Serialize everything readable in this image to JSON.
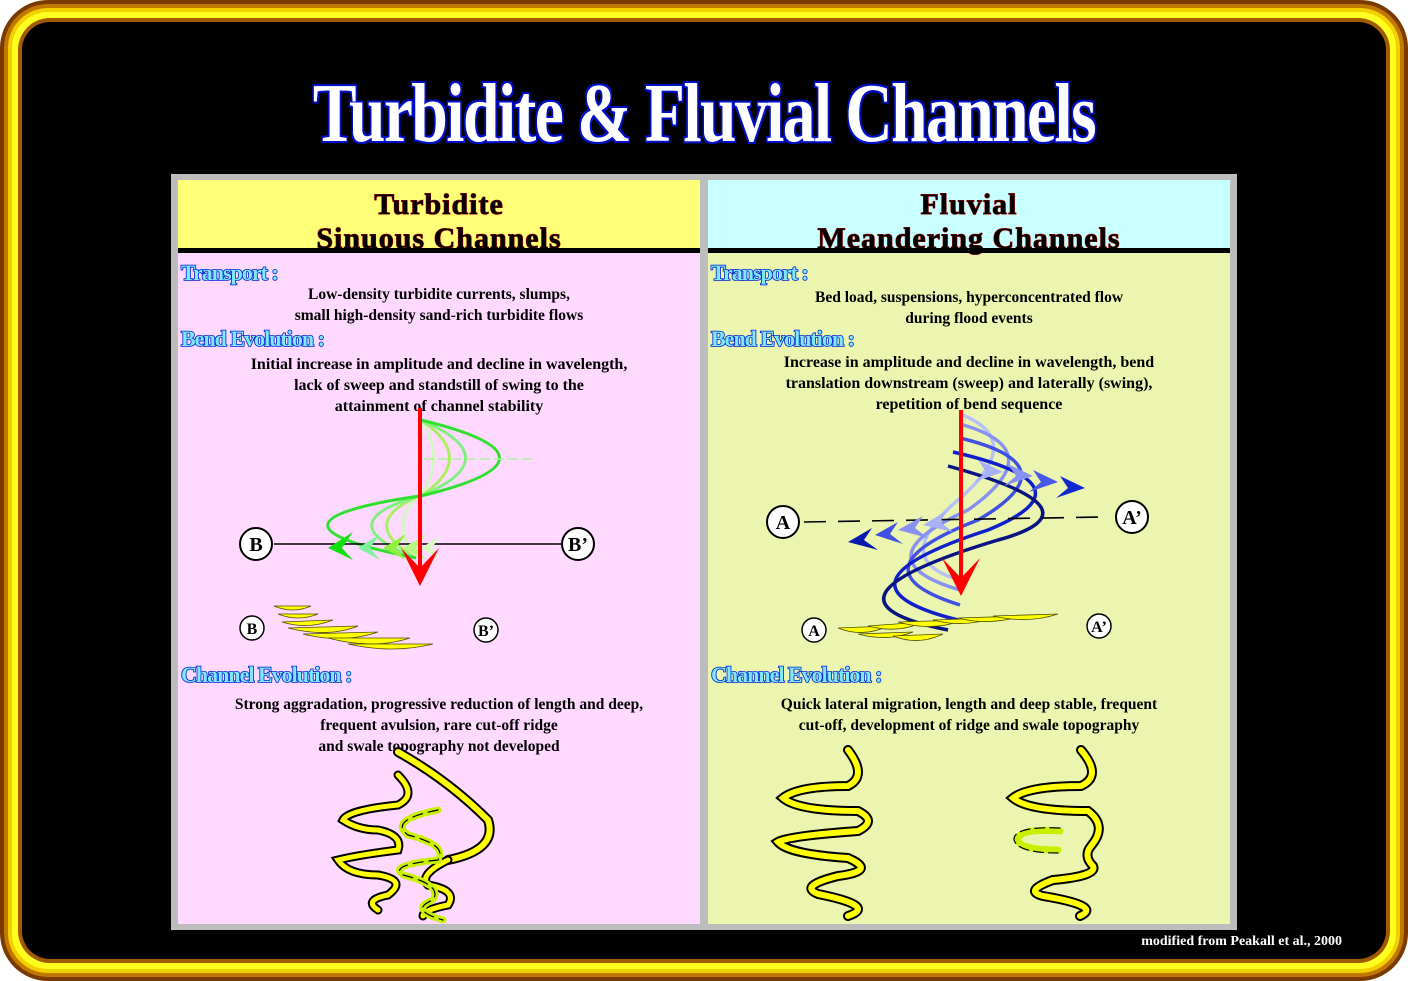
{
  "title": "Turbidite & Fluvial Channels",
  "credit": "modified from Peakall et al., 2000",
  "colors": {
    "left_header_bg": "#ffff78",
    "left_body_bg": "#ffd9ff",
    "right_header_bg": "#c8ffff",
    "right_body_bg": "#ecf5b0",
    "flow_arrow": "#ff0000",
    "channel_fill": "#ffff00",
    "section_label": "#7fe8ff"
  },
  "left": {
    "heading_line1": "Turbidite",
    "heading_line2": "Sinuous Channels",
    "transport_label": "Transport :",
    "transport_text": [
      "Low-density turbidite currents, slumps,",
      "small high-density sand-rich turbidite flows"
    ],
    "bend_label": "Bend Evolution :",
    "bend_text": [
      "Initial increase in amplitude and decline in wavelength,",
      "lack of sweep and standstill of swing to the",
      "attainment of channel stability"
    ],
    "section_start": "B",
    "section_end": "B’",
    "channel_label": "Channel Evolution :",
    "channel_text": [
      "Strong aggradation, progressive reduction of length and deep,",
      "frequent avulsion, rare cut-off ridge",
      "and swale topography not developed"
    ]
  },
  "right": {
    "heading_line1": "Fluvial",
    "heading_line2": "Meandering Channels",
    "transport_label": "Transport :",
    "transport_text": [
      "Bed load, suspensions, hyperconcentrated flow",
      "during flood events"
    ],
    "bend_label": "Bend Evolution :",
    "bend_text": [
      "Increase in amplitude and decline in wavelength, bend",
      "translation downstream (sweep) and laterally (swing),",
      "repetition of bend sequence"
    ],
    "section_start": "A",
    "section_end": "A’",
    "channel_label": "Channel Evolution :",
    "channel_text": [
      "Quick lateral migration, length and deep stable, frequent",
      "cut-off, development of ridge and swale topography"
    ]
  }
}
